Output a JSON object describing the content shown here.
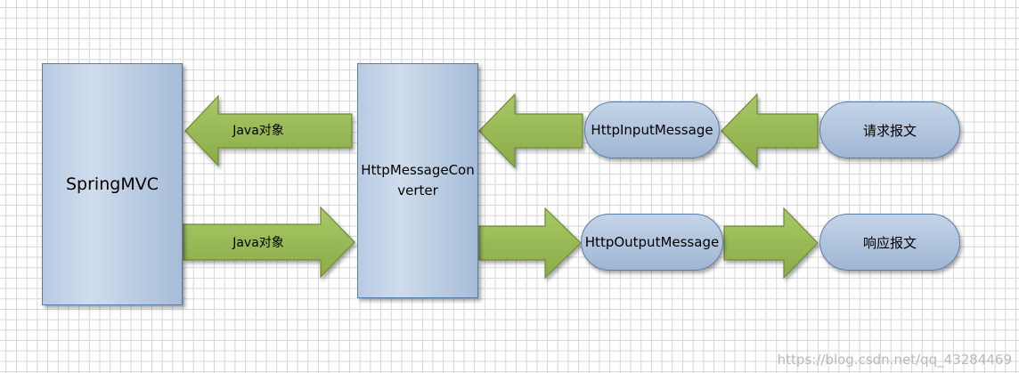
{
  "diagram": {
    "springmvc_label": "SpringMVC",
    "converter_label": "HttpMessageConverter",
    "converter_line1": "HttpMessageCon",
    "converter_line2": "verter",
    "http_input_label": "HttpInputMessage",
    "http_output_label": "HttpOutputMessage",
    "request_label": "请求报文",
    "response_label": "响应报文",
    "arrow_top_label": "Java对象",
    "arrow_bottom_label": "Java对象"
  },
  "watermark": "https://blog.csdn.net/qq_43284469",
  "colors": {
    "arrow_fill": "#9bbb59",
    "arrow_stroke": "#6e8a3a",
    "box_border": "#5a7ea8",
    "box_fill": "#b7cbe3"
  }
}
